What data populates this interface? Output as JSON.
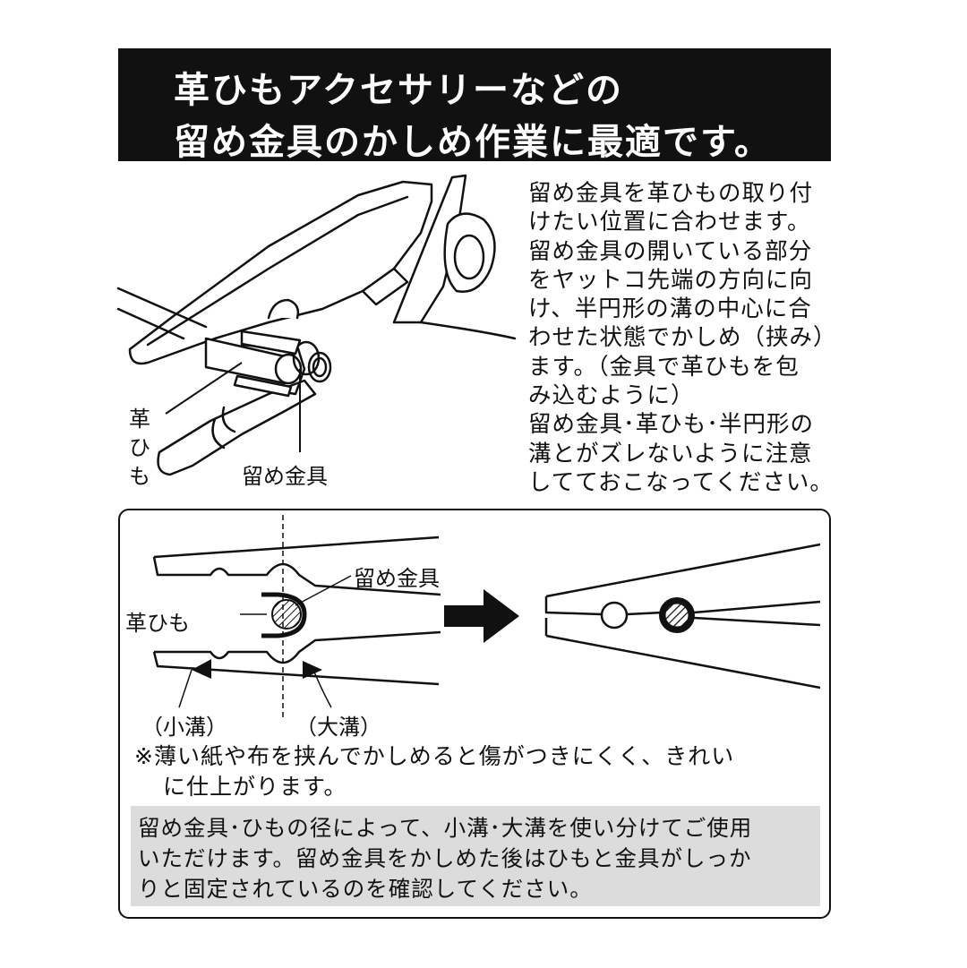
{
  "banner": {
    "line1": "革ひもアクセサリーなどの",
    "line2": "留め金具のかしめ作業に最適です。"
  },
  "description": {
    "lines": [
      "留め金具を革ひもの取り付",
      "けたい位置に合わせます。",
      "留め金具の開いている部分",
      "をヤットコ先端の方向に向",
      "け、半円形の溝の中心に合",
      "わせた状態でかしめ（挟み）",
      "ます。（金具で革ひもを包",
      "み込むように）",
      "留め金具･革ひも･半円形の",
      "溝とがズレないように注意",
      "してておこなってください。"
    ]
  },
  "top_diagram": {
    "leather_label": [
      "革",
      "ひ",
      "も"
    ],
    "clasp_label": "留め金具"
  },
  "bottom_diagram": {
    "clasp_label": "留め金具",
    "leather_label": "革ひも",
    "small_groove_label": "（小溝）",
    "large_groove_label": "（大溝）"
  },
  "note": {
    "line1": "※薄い紙や布を挟んでかしめると傷がつきにくく、きれい",
    "line2": "に仕上がります。"
  },
  "info_box": {
    "lines": [
      "留め金具･ひもの径によって、小溝･大溝を使い分けてご使用",
      "いただけます。留め金具をかしめた後はひもと金具がしっか",
      "りと固定されているのを確認してください。"
    ]
  }
}
